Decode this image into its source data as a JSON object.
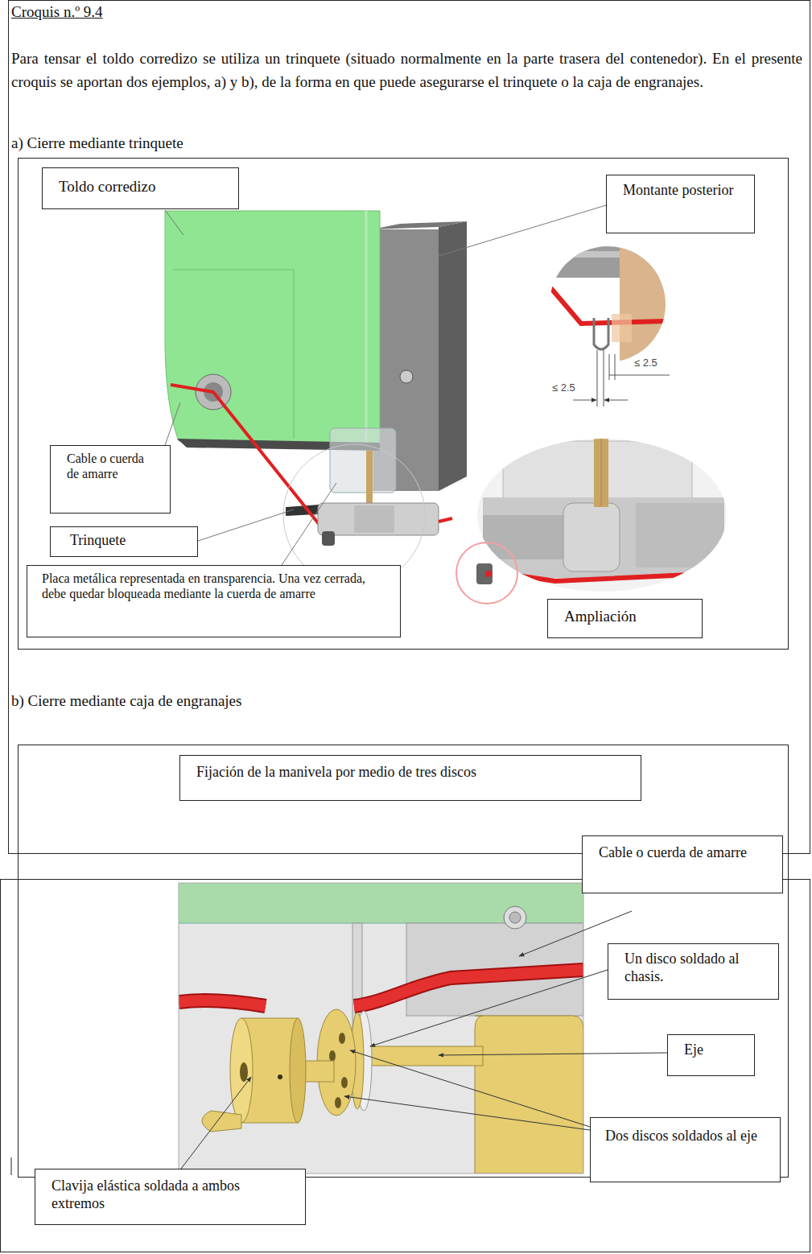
{
  "diagram": {
    "title": "Croquis n.º 9.4",
    "nodes": [
      {
        "text": [
          "Toldo corredizo"
        ]
      },
      {
        "text": [
          "Montante posterior"
        ]
      },
      {
        "text": [
          "Cable o cuerda de amarre"
        ]
      },
      {
        "text": [
          "Trinquete"
        ]
      },
      {
        "text": [
          "Placa metálica representada en transparencia. Una vez cerrada, debe quedar bloqueada mediante la cuerda de amarre"
        ]
      },
      {
        "text": [
          "Ampliación"
        ]
      },
      {
        "text": [
          "Fijación de la manivela por medio de tres discos"
        ]
      },
      {
        "text": [
          "Cable o cuerda de amarre"
        ]
      },
      {
        "text": [
          "Un disco soldado al chasis."
        ]
      },
      {
        "text": [
          "Eje"
        ]
      },
      {
        "text": [
          "Dos discos soldados al eje"
        ]
      },
      {
        "text": [
          "Clavija elástica soldada a ambos extremos"
        ]
      }
    ],
    "labels": [
      "Para tensar el toldo corredizo se utiliza un trinquete (situado normalmente en la parte trasera del contenedor). En el presente croquis se aportan dos ejemplos, a) y b), de la forma en que puede asegurarse el trinquete o la caja de engranajes.",
      "a) Cierre mediante trinquete",
      "b) Cierre mediante caja de engranajes",
      "≤ 2.5",
      "≤ 2.5"
    ]
  }
}
